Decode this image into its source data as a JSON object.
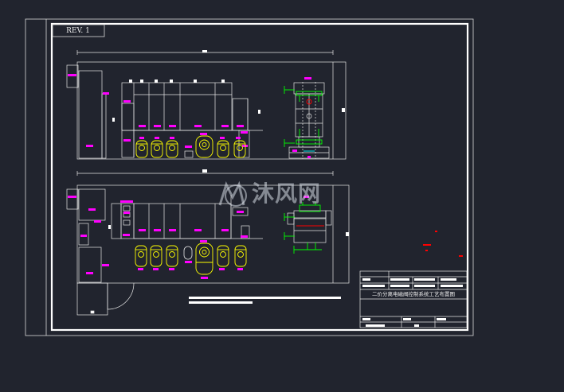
{
  "drawing": {
    "revision": "REV. 1",
    "title_block_title": "二价分离电磁阀控制系统工艺布置图",
    "watermark_text": "沐风网"
  },
  "colors": {
    "background": "#21242e",
    "line": "#ffffff",
    "magenta": "#ff00ff",
    "yellow": "#ffff00",
    "green": "#00ff00",
    "red": "#ff0000",
    "cyan": "#00ffff"
  }
}
